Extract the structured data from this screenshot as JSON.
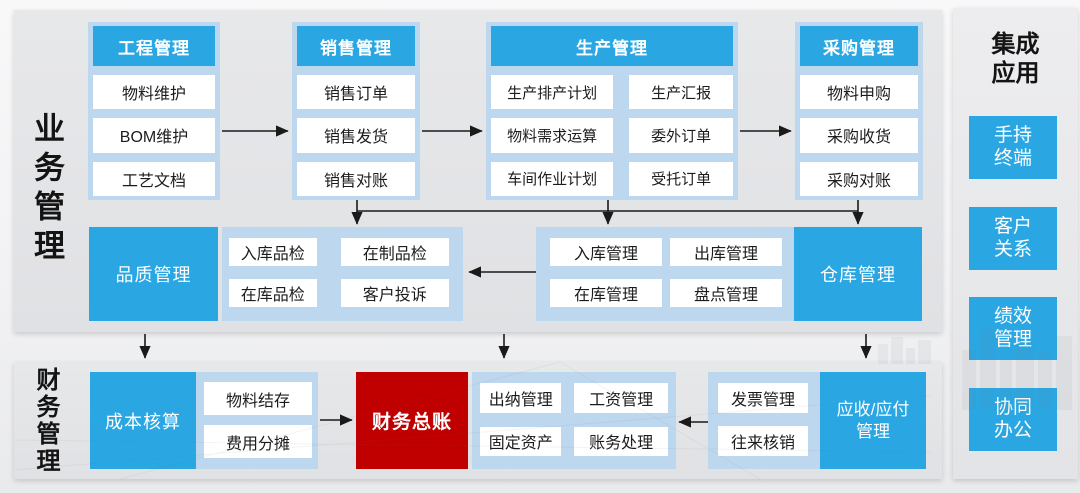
{
  "colors": {
    "accent_blue": "#2aa7e2",
    "container_blue": "#bdd7ee",
    "ledger_red": "#c00000",
    "arrow_black": "#1a1a1a"
  },
  "business": {
    "label": "业务管理",
    "groups": [
      {
        "header": "工程管理",
        "items": [
          "物料维护",
          "BOM维护",
          "工艺文档"
        ]
      },
      {
        "header": "销售管理",
        "items": [
          "销售订单",
          "销售发货",
          "销售对账"
        ]
      },
      {
        "header": "生产管理",
        "items": [
          "生产排产计划",
          "生产汇报",
          "物料需求运算",
          "委外订单",
          "车间作业计划",
          "受托订单"
        ]
      },
      {
        "header": "采购管理",
        "items": [
          "物料申购",
          "采购收货",
          "采购对账"
        ]
      }
    ],
    "quality": {
      "label": "品质管理",
      "items": [
        "入库品检",
        "在制品检",
        "在库品检",
        "客户投诉"
      ]
    },
    "warehouse": {
      "label": "仓库管理",
      "items": [
        "入库管理",
        "出库管理",
        "在库管理",
        "盘点管理"
      ]
    }
  },
  "finance": {
    "label": "财务管理",
    "cost": {
      "label": "成本核算",
      "items": [
        "物料结存",
        "费用分摊"
      ]
    },
    "ledger": {
      "label": "财务总账"
    },
    "treasury": {
      "items": [
        "出纳管理",
        "工资管理",
        "固定资产",
        "账务处理"
      ]
    },
    "receivable": {
      "label": "应收/应付\n管理",
      "items": [
        "发票管理",
        "往来核销"
      ]
    }
  },
  "integration": {
    "title": "集成\n应用",
    "apps": [
      "手持\n终端",
      "客户\n关系",
      "绩效\n管理",
      "协同\n办公"
    ]
  }
}
